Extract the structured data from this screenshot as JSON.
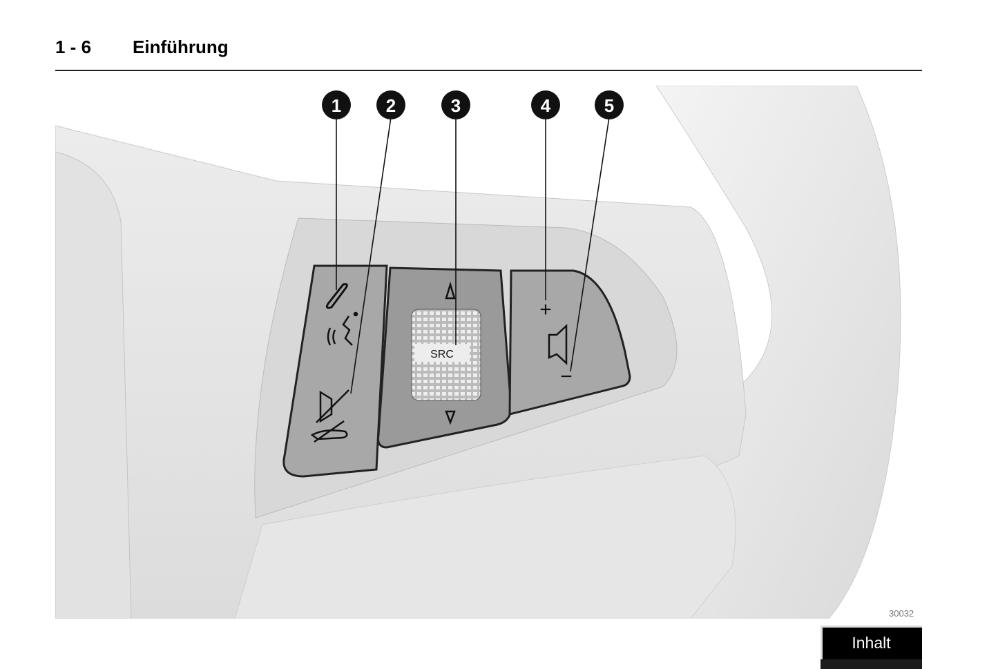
{
  "header": {
    "page_number": "1 - 6",
    "section_title": "Einführung"
  },
  "figure": {
    "figure_number": "30032",
    "callouts": [
      "1",
      "2",
      "3",
      "4",
      "5"
    ],
    "wheel_label": "SRC",
    "volume_plus": "+",
    "volume_minus": "−"
  },
  "nav": {
    "contents_button": "Inhalt"
  }
}
